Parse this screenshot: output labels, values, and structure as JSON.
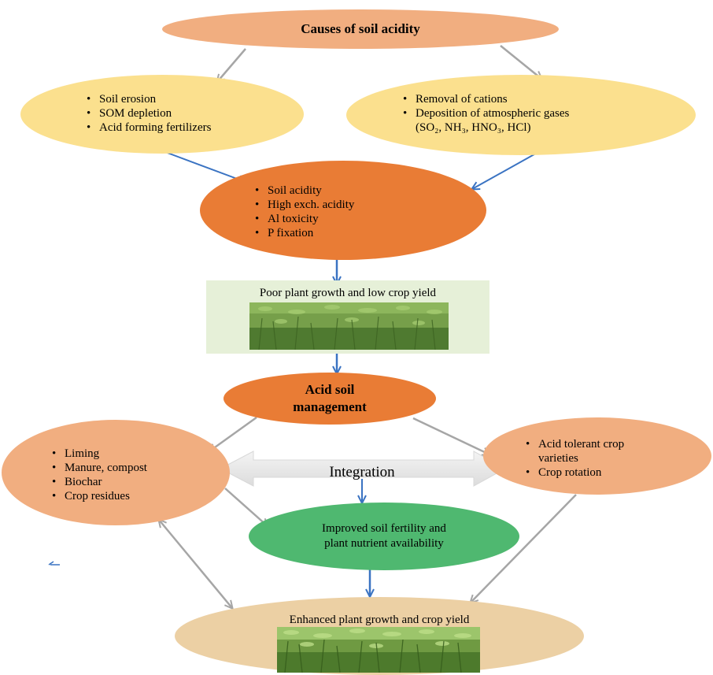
{
  "colors": {
    "salmon": "#f1ae80",
    "yellow": "#fbe08e",
    "orange": "#e97c35",
    "green": "#4fb870",
    "tan": "#ecd0a4",
    "photo_panel": "#e6f0d8",
    "grey_arrow": "#a6a6a6",
    "blue_arrow": "#3a73c2",
    "integration_arrow": "#e8e8e8"
  },
  "diagram": {
    "causes": {
      "title": "Causes of soil acidity"
    },
    "left_causes": {
      "items": [
        "Soil erosion",
        "SOM depletion",
        "Acid forming fertilizers"
      ]
    },
    "right_causes": {
      "items": [
        "Removal of cations",
        "Deposition of atmospheric gases"
      ],
      "gases": "(SO₂, NH₃, HNO₃, HCl)"
    },
    "effects": {
      "items": [
        "Soil acidity",
        "High exch. acidity",
        "Al toxicity",
        "P fixation"
      ]
    },
    "poor_growth": {
      "label": "Poor plant growth and low crop yield",
      "photo": "crop-field-photo"
    },
    "management": {
      "line1": "Acid soil",
      "line2": "management"
    },
    "amendments": {
      "items": [
        "Liming",
        "Manure, compost",
        "Biochar",
        "Crop residues"
      ]
    },
    "crop_practices": {
      "items": [
        "Acid tolerant crop varieties",
        "Crop rotation"
      ]
    },
    "integration": {
      "label": "Integration"
    },
    "improved": {
      "line1": "Improved soil fertility and",
      "line2": "plant nutrient availability"
    },
    "enhanced": {
      "label": "Enhanced plant growth and crop yield",
      "photo": "crop-field-photo"
    }
  }
}
